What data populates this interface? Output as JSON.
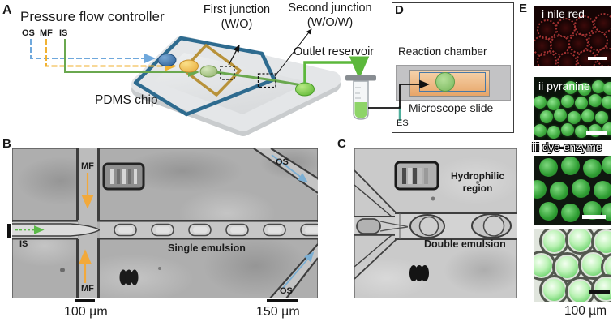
{
  "figure": {
    "panel_a": {
      "label": "A",
      "controller": "Pressure flow controller",
      "inlet_os": "OS",
      "inlet_mf": "MF",
      "inlet_is": "IS",
      "chip": "PDMS chip",
      "first_junction_line1": "First junction",
      "first_junction_line2": "(W/O)",
      "second_junction_line1": "Second junction",
      "second_junction_line2": "(W/O/W)",
      "outlet": "Outlet reservoir"
    },
    "panel_b": {
      "label": "B",
      "mf_top": "MF",
      "mf_bottom": "MF",
      "is": "IS",
      "os_top": "OS",
      "os_bottom": "OS",
      "caption": "Single emulsion",
      "scale_left": "100 µm",
      "scale_right": "150 µm"
    },
    "panel_c": {
      "label": "C",
      "region_line1": "Hydrophilic",
      "region_line2": "region",
      "caption": "Double emulsion"
    },
    "panel_d": {
      "label": "D",
      "chamber": "Reaction chamber",
      "slide": "Microscope slide",
      "es": "ES"
    },
    "panel_e": {
      "label": "E",
      "img1": "i nile red",
      "img2": "ii pyranine",
      "img3": "iii dye-enzyme",
      "scale": "100 µm"
    }
  },
  "colors": {
    "os_flow": "#6fa8dc",
    "mf_flow": "#f1b232",
    "is_flow": "#6aa84f",
    "chip_outer_loop": "#2e6b8f",
    "chip_inner_loop": "#b8923a",
    "outlet_green": "#5cb83c",
    "nile_red_ring": "#a33232",
    "pyranine_green": "#41ad41"
  }
}
